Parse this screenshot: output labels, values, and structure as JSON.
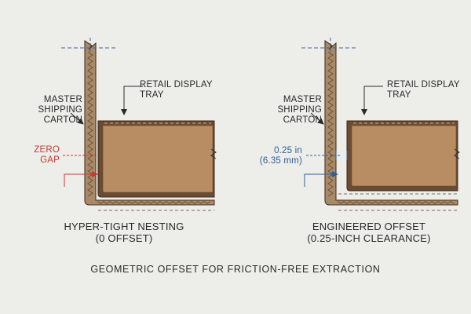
{
  "colors": {
    "background": "#ededea",
    "corrugated": "#a88a68",
    "flute": "#6e5236",
    "tray_fill": "#b88d63",
    "tray_edge": "#6b4b31",
    "zero_gap": "#c23a32",
    "offset": "#2f5f96",
    "ink": "#2a2a2a",
    "centerline": "#3a64a8"
  },
  "left_panel": {
    "carton_label": [
      "MASTER",
      "SHIPPING",
      "CARTON"
    ],
    "tray_label": [
      "RETAIL DISPLAY",
      "TRAY"
    ],
    "gap_label": [
      "ZERO",
      "GAP"
    ],
    "caption": [
      "HYPER-TIGHT NESTING",
      "(0 OFFSET)"
    ]
  },
  "right_panel": {
    "carton_label": [
      "MASTER",
      "SHIPPING",
      "CARTON"
    ],
    "tray_label": [
      "RETAIL DISPLAY",
      "TRAY"
    ],
    "gap_label": [
      "0.25 in",
      "(6.35 mm)"
    ],
    "caption": [
      "ENGINEERED OFFSET",
      "(0.25-INCH CLEARANCE)"
    ]
  },
  "footer": "GEOMETRIC OFFSET FOR FRICTION-FREE EXTRACTION"
}
